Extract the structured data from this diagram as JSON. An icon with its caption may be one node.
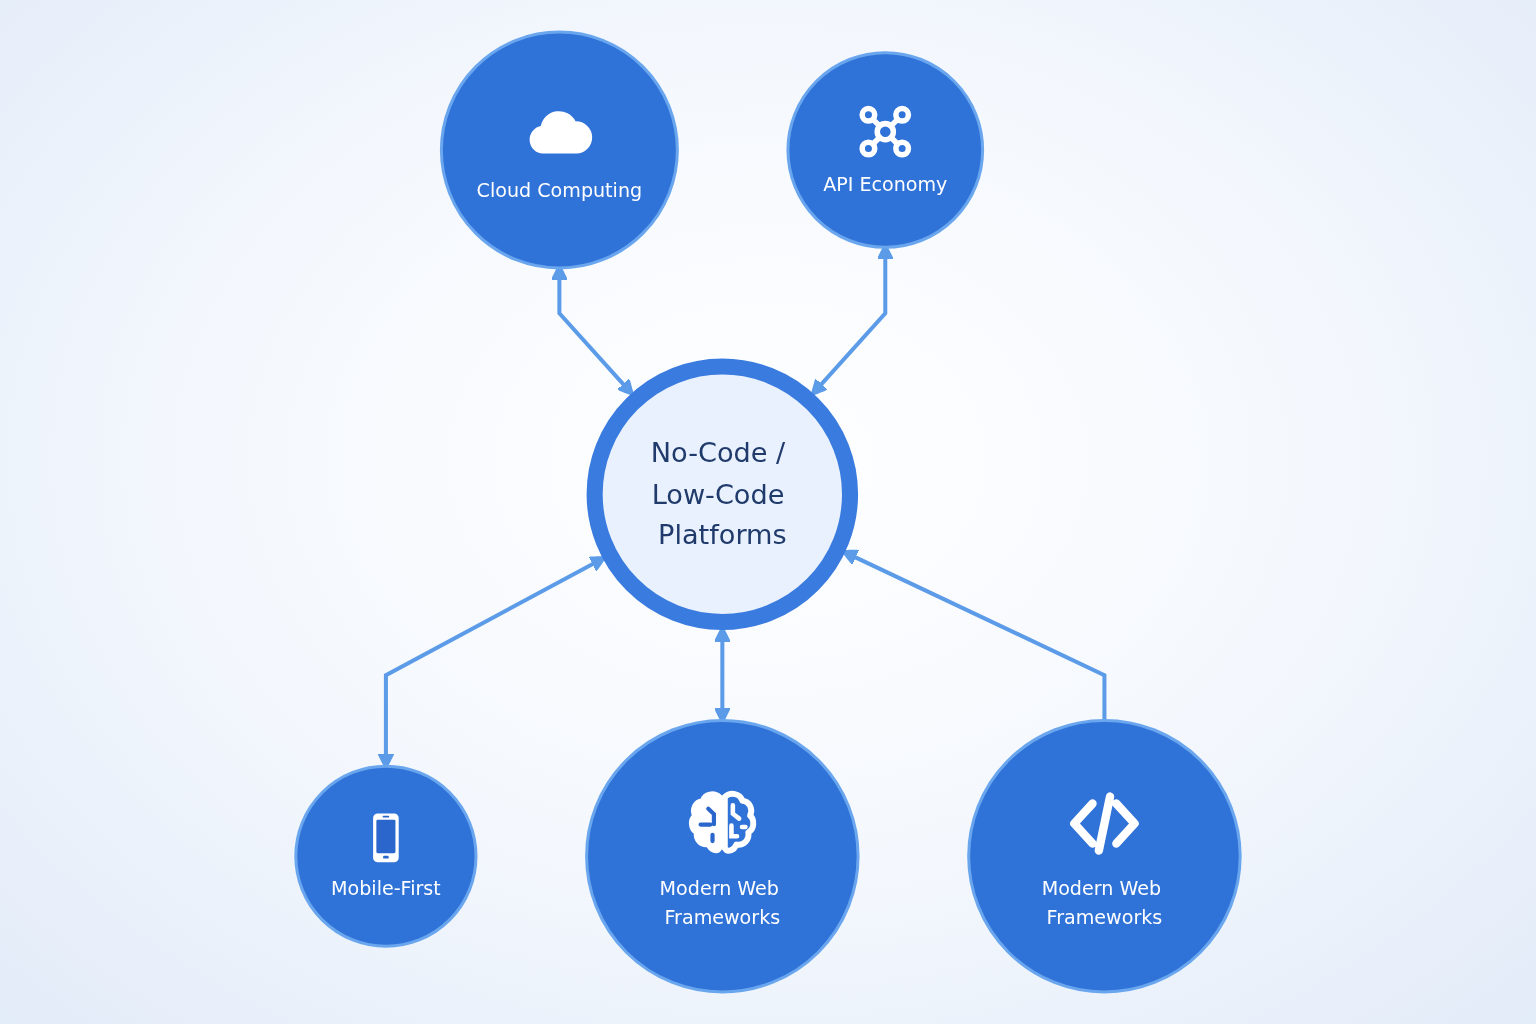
{
  "diagram": {
    "nodes": [
      {
        "text": [
          "Cloud Computing"
        ]
      },
      {
        "text": [
          "API Economy"
        ]
      },
      {
        "text": [
          "No-Code / Low-Code Platforms"
        ]
      },
      {
        "text": [
          "Mobile-First"
        ]
      },
      {
        "text": [
          "Modern Web Frameworks"
        ]
      },
      {
        "text": [
          "Modern Web Frameworks"
        ]
      }
    ],
    "edges": [
      {
        "from": 0,
        "to": 2,
        "arrow": "both"
      },
      {
        "from": 1,
        "to": 2,
        "arrow": "both"
      },
      {
        "from": 3,
        "to": 2,
        "arrow": "both"
      },
      {
        "from": 4,
        "to": 2,
        "arrow": "both"
      },
      {
        "from": 5,
        "to": 2,
        "arrow": "to"
      }
    ]
  }
}
